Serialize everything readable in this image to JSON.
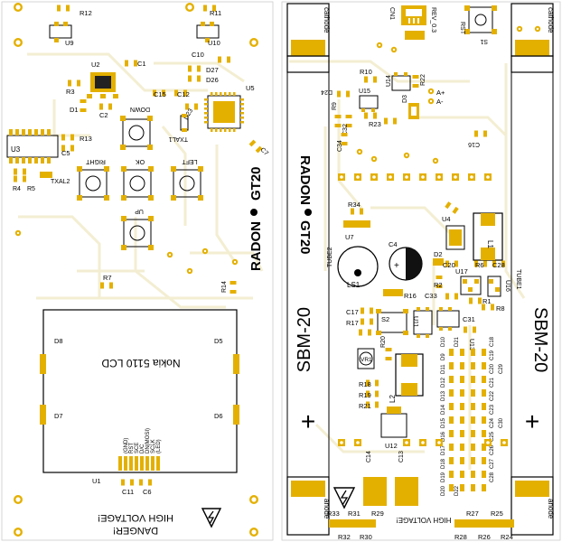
{
  "left_board": {
    "brand": "RADON",
    "model": "GT20",
    "lcd_name": "Nokia 5110 LCD",
    "lcd_pins": [
      "(GND)",
      "RST",
      "SCE",
      "D/C",
      "DN(MOSI)",
      "SCLK",
      "(LED)"
    ],
    "buttons": [
      "DOWN",
      "RIGHT",
      "OK",
      "LEFT",
      "UP"
    ],
    "warning_line1": "DANGER!",
    "warning_line2": "HIGH VOLTAGE!",
    "designators": {
      "r12": "R12",
      "r11": "R11",
      "u9": "U9",
      "u10": "U10",
      "c10": "C10",
      "c1": "C1",
      "u2": "U2",
      "d27": "D27",
      "d26": "D26",
      "u5": "U5",
      "r3": "R3",
      "d1": "D1",
      "c2": "C2",
      "c15": "C15",
      "c12": "C12",
      "d23": "D23",
      "txal1": "TXAL1",
      "c7": "C7",
      "u3": "U3",
      "r13": "R13",
      "c5": "C5",
      "r4": "R4",
      "r5": "R5",
      "txal2": "TXAL2",
      "r7": "R7",
      "r14": "R14",
      "d8": "D8",
      "d5": "D5",
      "d7": "D7",
      "d6": "D6",
      "u1": "U1",
      "c11": "C11",
      "c6": "C6"
    }
  },
  "right_board": {
    "brand": "RADON",
    "model": "GT20",
    "cathode_label": "cathode",
    "anode_label": "anode",
    "tube_model": "SBM-20",
    "tube2": "TUBE2",
    "tube1": "TUBE1",
    "plus_sign": "+",
    "warning_text": "HIGH VOLTAGE!",
    "version": "REV_0.3",
    "designators": {
      "cn1": "CN1",
      "s1": "S1",
      "rst": "RST",
      "r10": "R10",
      "u14": "U14",
      "r22": "R22",
      "d24": "D24",
      "u15": "U15",
      "a_plus": "A+",
      "a_minus": "A-",
      "d3": "D3",
      "r9": "R9",
      "c32": "C32",
      "r23": "R23",
      "c34": "C34",
      "c16": "C16",
      "r34": "R34",
      "u4": "U4",
      "u7": "U7",
      "c4": "C4",
      "d2": "D2",
      "l1": "L1",
      "ls1": "LS1",
      "c20": "C20",
      "r6": "R6",
      "c28": "C28",
      "r2": "R2",
      "u17": "U17",
      "u16": "U16",
      "c33": "C33",
      "r16": "R16",
      "r1": "R1",
      "r8": "R8",
      "c17": "C17",
      "s2": "S2",
      "r17": "R17",
      "u11": "U11",
      "c31": "C31",
      "u13": "U13",
      "r20": "R20",
      "vr1": "VR1",
      "l2": "L2",
      "r18": "R18",
      "r19": "R19",
      "r21": "R21",
      "u12": "U12",
      "c14": "C14",
      "c13": "C13",
      "r33": "R33",
      "r31": "R31",
      "r29": "R29",
      "r32": "R32",
      "r30": "R30",
      "r27": "R27",
      "r25": "R25",
      "r28": "R28",
      "r26": "R26",
      "r24": "R24",
      "d_column": [
        "D10",
        "D9",
        "D11",
        "D12",
        "D13",
        "D14",
        "D15",
        "D16",
        "D17",
        "D18",
        "D19",
        "D20",
        "D21",
        "D22"
      ],
      "c_column": [
        "C18",
        "C19",
        "C20",
        "C21",
        "C22",
        "C23",
        "C24",
        "C25",
        "C26",
        "C27",
        "C28",
        "C29",
        "C30"
      ]
    }
  },
  "colors": {
    "board": "#ffffff",
    "pad": "#e4b000",
    "trace": "#f3eed2",
    "silk": "#000000",
    "drill": "#ffffff"
  }
}
